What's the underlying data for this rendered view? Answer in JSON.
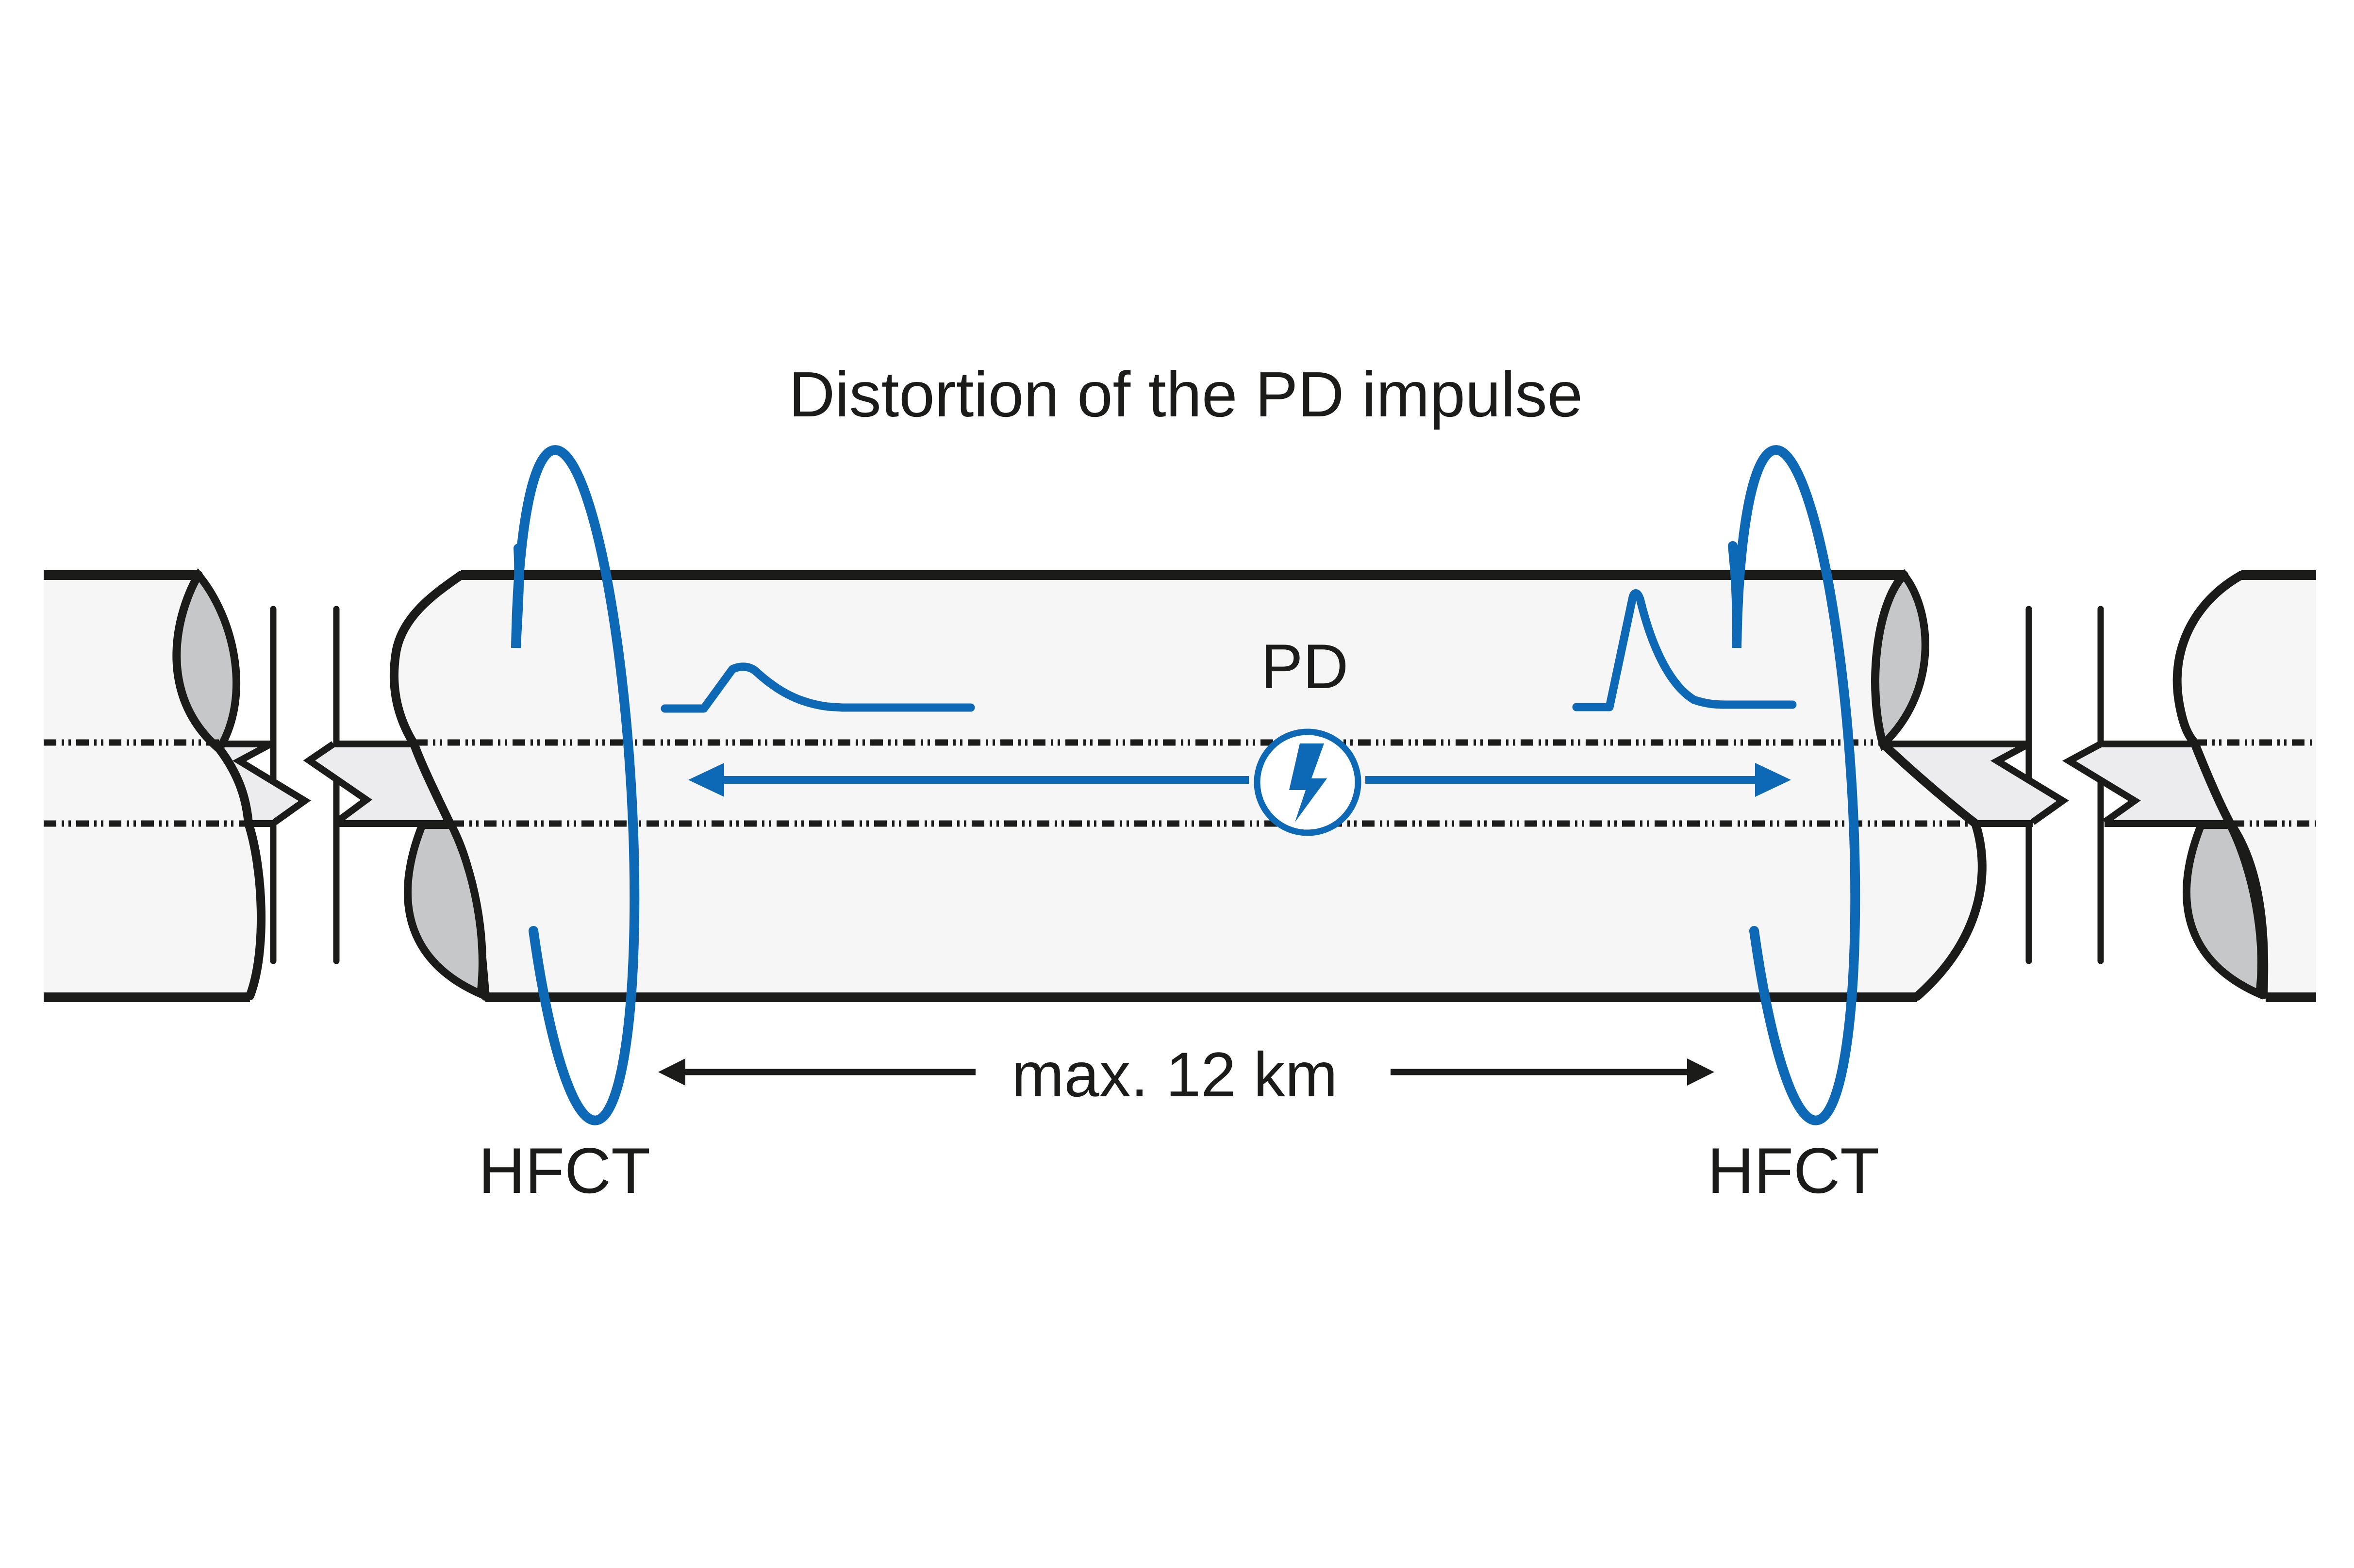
{
  "title": "Distortion of the PD impulse",
  "labels": {
    "pd": "PD",
    "distance": "max. 12 km",
    "hfct_left": "HFCT",
    "hfct_right": "HFCT"
  },
  "icons": {
    "lightning_bolt": "partial-discharge source",
    "hfct_coil": "high-frequency current transformer sensor ring"
  },
  "colors": {
    "blue": "#0d68b5",
    "ink": "#1b1b19",
    "body": "#f6f6f7",
    "strip": "#ececee",
    "face": "#c6c7c9",
    "bg": "#ffffff"
  }
}
